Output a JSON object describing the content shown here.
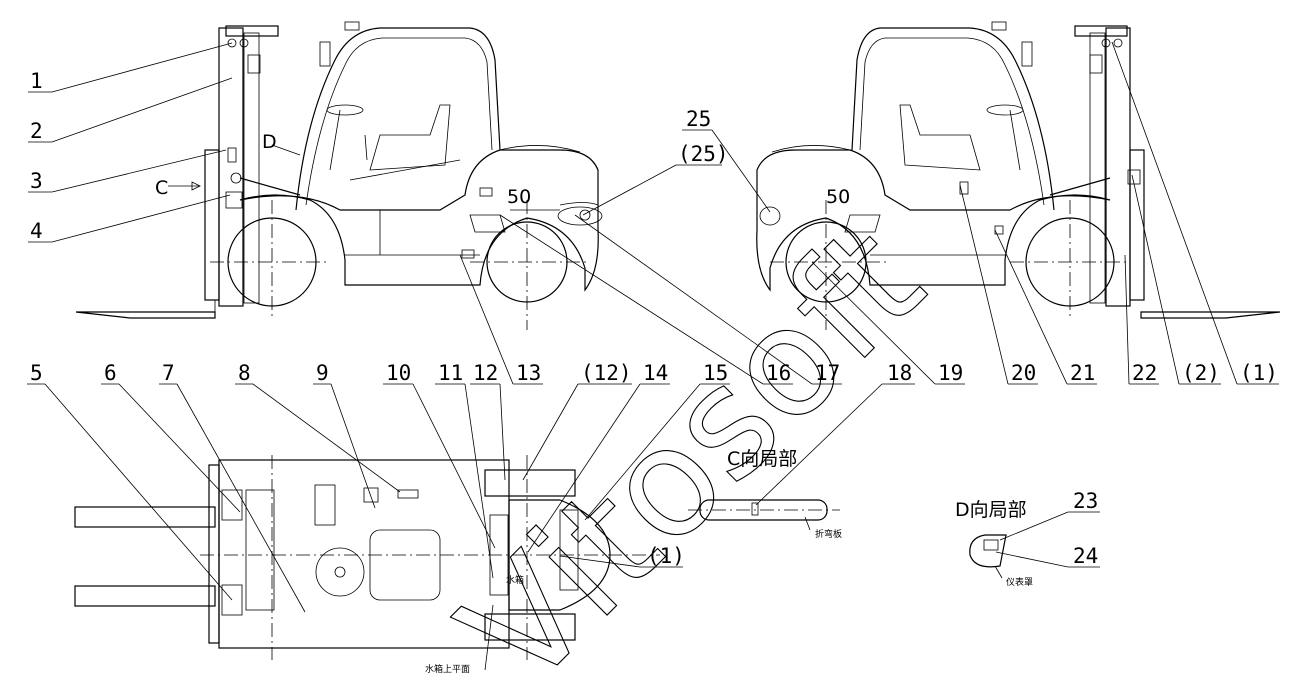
{
  "callouts_top": [
    "1",
    "2",
    "3",
    "4",
    "25",
    "(25)"
  ],
  "callouts_bottom": [
    "5",
    "6",
    "7",
    "8",
    "9",
    "10",
    "11",
    "12",
    "13",
    "(12)",
    "14",
    "15",
    "16",
    "17",
    "19",
    "20",
    "21",
    "22",
    "(2)",
    "(1)"
  ],
  "callout_18": "18",
  "callout_23": "23",
  "callout_24": "24",
  "callout_1_plan": "(1)",
  "model_number": "50",
  "view_c_title": "C向局部",
  "view_d_title": "D向局部",
  "arrow_c": "C",
  "arrow_d": "D",
  "label_fold_plate": "折弯板",
  "label_instrument_cover": "仪表罩",
  "label_water_tank": "水箱",
  "label_water_tank_top": "水箱上平面",
  "watermark": "Vitosoft"
}
